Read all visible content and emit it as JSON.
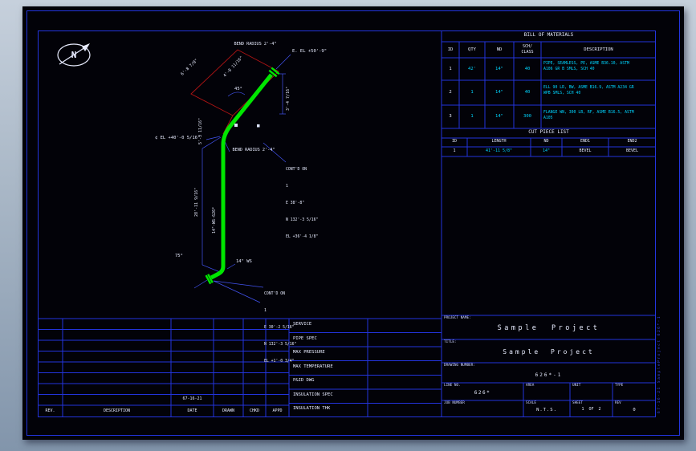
{
  "colors": {
    "pipe_green": "#00e600",
    "frame_blue": "#2334dd",
    "dimension_blue": "#4253f0",
    "annotation_red": "#b01414",
    "data_cyan": "#00d5ff",
    "text_white": "#e8ecff"
  },
  "north_arrow": {
    "label": "N"
  },
  "iso": {
    "bend_radius_top": "BEND RADIUS 2'-4\"",
    "el_top": "E. EL +50'-9\"",
    "dim_offset": "4'-8 11/16\"",
    "angle_top": "45°",
    "dim_drop": "3'-4 7/16\"",
    "dim_left_diag": "6'-8 7/8\"",
    "dim_left_vert": "5'-3 11/16\"",
    "el_mid": "¢ EL +40'-0 5/16\"",
    "bend_radius_bottom": "BEND RADIUS 2'-4\"",
    "contd_top": {
      "l1": "CONT'D ON",
      "l2": "1",
      "l3": "E 38'-8\"",
      "l4": "N 132'-3 5/16\"",
      "l5": "EL +36'-4 1/8\""
    },
    "dim_main_run": "28'-11 9/16\"",
    "pipe_line_no": "14\"-WS-626*",
    "angle_bottom": "75°",
    "size_label": "14\" WS",
    "contd_bottom": {
      "l1": "CONT'D ON",
      "l2": "1",
      "l3": "E 30'-2 5/16\"",
      "l4": "N 132'-3 5/16\"",
      "l5": "EL +1'-0 3/4\""
    }
  },
  "bom": {
    "title": "BILL OF MATERIALS",
    "headers": {
      "id": "ID",
      "qty": "QTY",
      "nd": "ND",
      "sch": "SCH/\nCLASS",
      "desc": "DESCRIPTION"
    },
    "rows": [
      {
        "id": "1",
        "qty": "42'",
        "nd": "14\"",
        "sch": "40",
        "desc": "PIPE, SEAMLESS, PE, ASME B36.10, ASTM A106 GR B SMLS, SCH 40"
      },
      {
        "id": "2",
        "qty": "1",
        "nd": "14\"",
        "sch": "40",
        "desc": "ELL 90 LR, BW, ASME B16.9, ASTM A234 GR WPB SMLS, SCH 40"
      },
      {
        "id": "3",
        "qty": "1",
        "nd": "14\"",
        "sch": "300",
        "desc": "FLANGE WN, 300 LB, RF, ASME B16.5, ASTM A105"
      }
    ]
  },
  "cut_list": {
    "title": "CUT PIECE LIST",
    "headers": {
      "id": "ID",
      "length": "LENGTH",
      "nd": "ND",
      "end1": "END1",
      "end2": "END2"
    },
    "rows": [
      {
        "id": "1",
        "length": "41'-11 5/8\"",
        "nd": "14\"",
        "end1": "BEVEL",
        "end2": "BEVEL"
      }
    ]
  },
  "spec_block": {
    "rows": [
      {
        "label": "SERVICE"
      },
      {
        "label": "PIPE SPEC"
      },
      {
        "label": "MAX PRESSURE"
      },
      {
        "label": "MAX TEMPERATURE"
      },
      {
        "label": "P&ID DWG"
      },
      {
        "label": "INSULATION SPEC"
      },
      {
        "label": "INSULATION THK"
      }
    ]
  },
  "revision_block": {
    "headers": {
      "rev": "REV.",
      "description": "DESCRIPTION",
      "date": "DATE",
      "drawn": "DRAWN",
      "chkd": "CHKD",
      "appd": "APPD"
    },
    "note": "67-16-21"
  },
  "title_block": {
    "project_name_label": "PROJECT NAME:",
    "project_name": "Sample Project",
    "title_label": "TITLE:",
    "title": "Sample Project",
    "drawing_number_label": "DRAWING NUMBER:",
    "drawing_number": "626*-1",
    "line_no_label": "LINE NO.",
    "line_no": "626*",
    "area_label": "AREA",
    "unit_label": "UNIT",
    "type_label": "TYPE",
    "job_number_label": "JOB NUMBER",
    "scale_label": "SCALE",
    "scale_value": "N.T.S.",
    "sheet_label": "SHEET",
    "sheet_value": "1  OF  2",
    "rev_label": "REV",
    "rev_value": "0"
  },
  "edge_stamp": "67-16-21  SampleProject  626*-1"
}
